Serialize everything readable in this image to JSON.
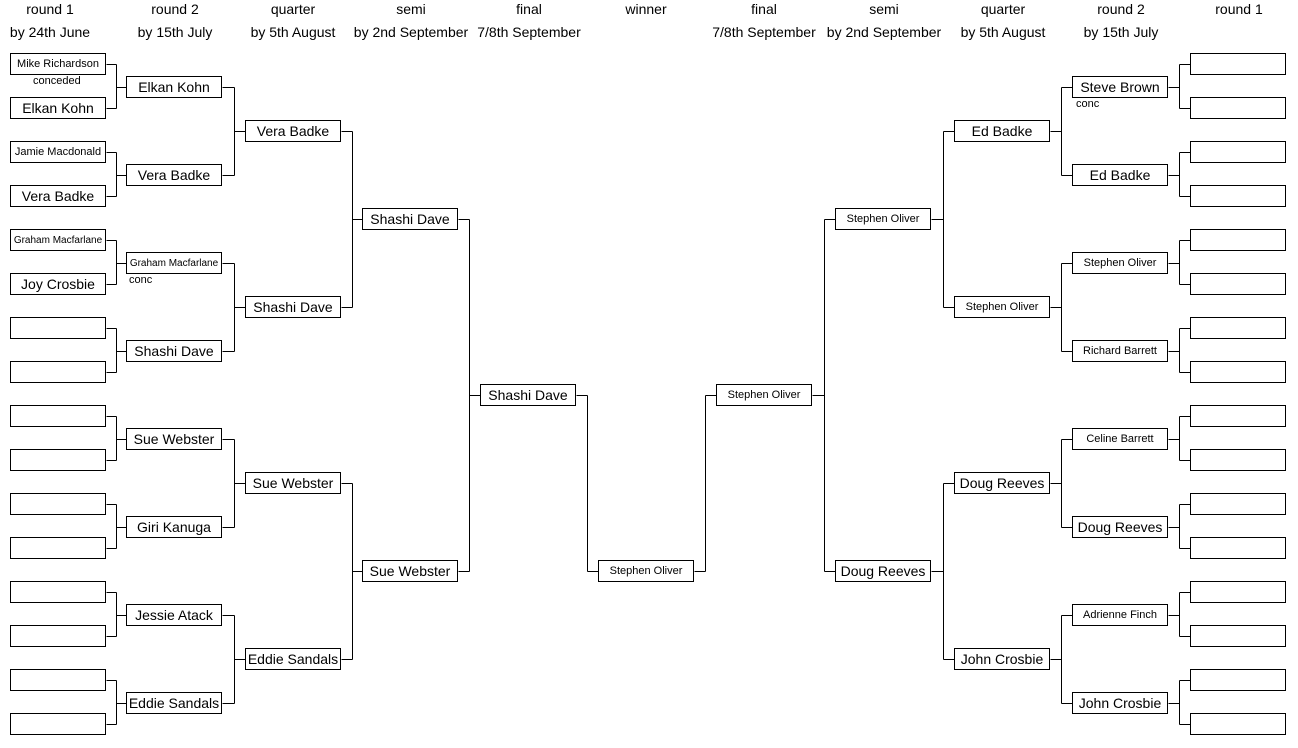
{
  "headers": [
    {
      "id": "l1",
      "line1": "round 1",
      "line2": "by 24th June"
    },
    {
      "id": "l2",
      "line1": "round 2",
      "line2": "by 15th July"
    },
    {
      "id": "l3",
      "line1": "quarter",
      "line2": "by 5th August"
    },
    {
      "id": "l4",
      "line1": "semi",
      "line2": "by 2nd September"
    },
    {
      "id": "l5",
      "line1": "final",
      "line2": "7/8th September"
    },
    {
      "id": "w",
      "line1": "winner",
      "line2": ""
    },
    {
      "id": "r5",
      "line1": "final",
      "line2": "7/8th September"
    },
    {
      "id": "r4",
      "line1": "semi",
      "line2": "by 2nd September"
    },
    {
      "id": "r3",
      "line1": "quarter",
      "line2": "by 5th August"
    },
    {
      "id": "r2",
      "line1": "round 2",
      "line2": "by 15th July"
    },
    {
      "id": "r1",
      "line1": "round 1",
      "line2": ""
    }
  ],
  "left": {
    "round1": [
      "Mike Richardson",
      "Elkan Kohn",
      "Jamie Macdonald",
      "Vera Badke",
      "Graham Macfarlane",
      "Joy Crosbie",
      "",
      "",
      "",
      "",
      "",
      "",
      "",
      "",
      "",
      ""
    ],
    "round2": [
      "Elkan Kohn",
      "Vera Badke",
      "Graham Macfarlane",
      "Shashi Dave",
      "Sue Webster",
      "Giri Kanuga",
      "Jessie Atack",
      "Eddie Sandals"
    ],
    "quarter": [
      "Vera Badke",
      "Shashi Dave",
      "Sue Webster",
      "Eddie Sandals"
    ],
    "semi": [
      "Shashi Dave",
      "Sue Webster"
    ],
    "final": [
      "Shashi Dave"
    ]
  },
  "winner": "Stephen Oliver",
  "right": {
    "final": [
      "Stephen Oliver"
    ],
    "semi": [
      "Stephen Oliver",
      "Doug Reeves"
    ],
    "quarter": [
      "Ed Badke",
      "Stephen Oliver",
      "Doug Reeves",
      "John Crosbie"
    ],
    "round2": [
      "Steve Brown",
      "Ed Badke",
      "Stephen Oliver",
      "Richard Barrett",
      "Celine Barrett",
      "Doug Reeves",
      "Adrienne Finch",
      "John Crosbie"
    ],
    "round1": [
      "",
      "",
      "",
      "",
      "",
      "",
      "",
      "",
      "",
      "",
      "",
      "",
      "",
      "",
      "",
      ""
    ]
  },
  "notes": [
    {
      "id": "n1",
      "text": "conceded"
    },
    {
      "id": "n2",
      "text": "conc"
    },
    {
      "id": "n3",
      "text": "conc"
    }
  ]
}
